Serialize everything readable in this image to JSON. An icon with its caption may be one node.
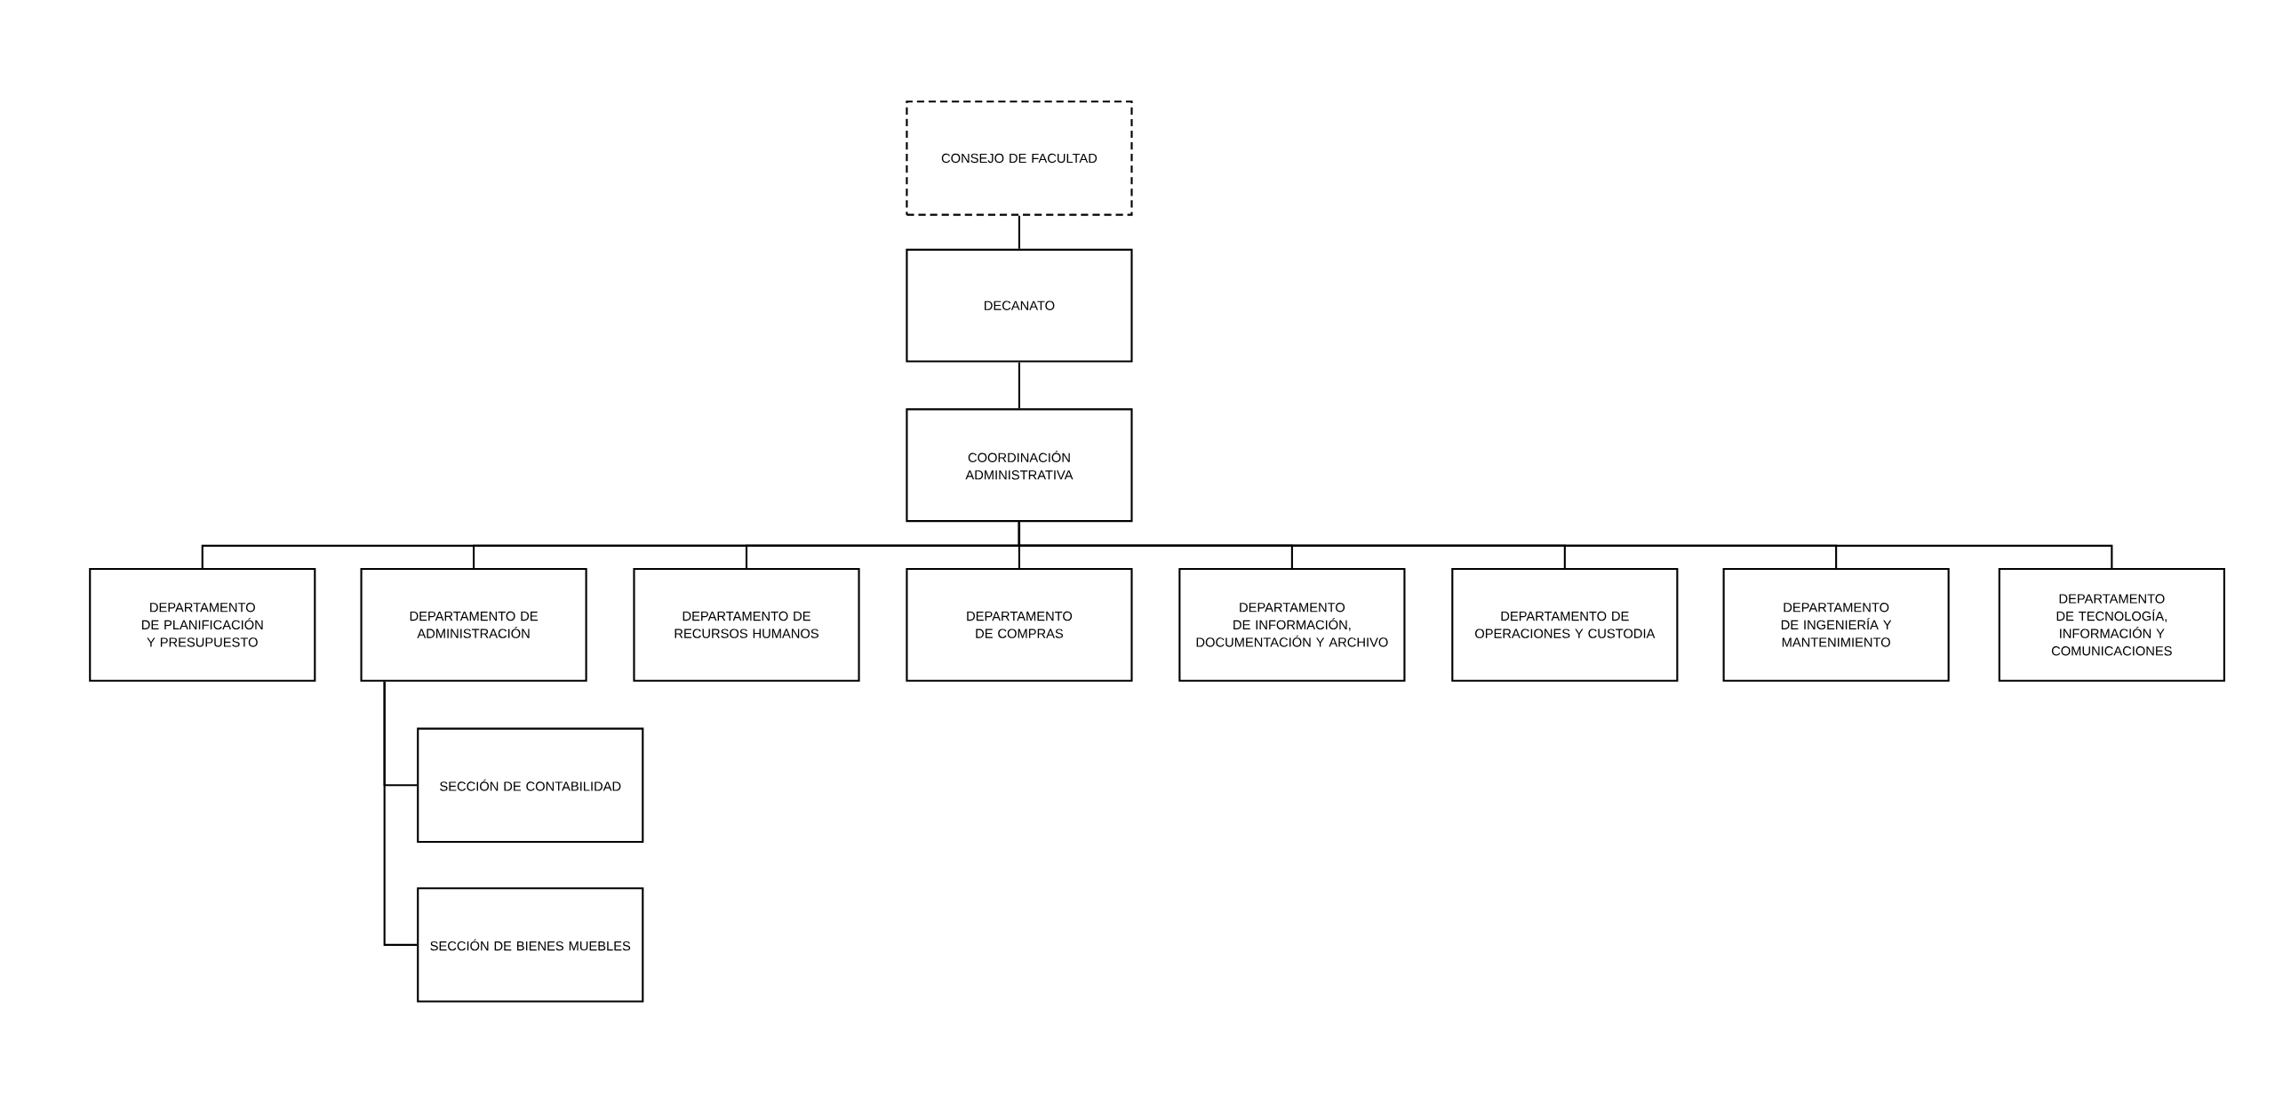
{
  "diagram": {
    "nodes": [
      {
        "text": [
          "CONSEJO DE FACULTAD"
        ]
      },
      {
        "text": [
          "DECANATO"
        ]
      },
      {
        "text": [
          "COORDINACIÓN ADMINISTRATIVA"
        ]
      },
      {
        "text": [
          "DEPARTAMENTO DE PLANIFICACIÓN Y PRESUPUESTO"
        ]
      },
      {
        "text": [
          "DEPARTAMENTO DE ADMINISTRACIÓN"
        ]
      },
      {
        "text": [
          "DEPARTAMENTO DE RECURSOS HUMANOS"
        ]
      },
      {
        "text": [
          "DEPARTAMENTO DE COMPRAS"
        ]
      },
      {
        "text": [
          "DEPARTAMENTO DE INFORMACIÓN, DOCUMENTACIÓN Y ARCHIVO"
        ]
      },
      {
        "text": [
          "DEPARTAMENTO DE OPERACIONES Y CUSTODIA"
        ]
      },
      {
        "text": [
          "DEPARTAMENTO DE INGENIERÍA Y MANTENIMIENTO"
        ]
      },
      {
        "text": [
          "DEPARTAMENTO DE TECNOLOGÍA, INFORMACIÓN Y COMUNICACIONES"
        ]
      },
      {
        "text": [
          "SECCIÓN DE CONTABILIDAD"
        ]
      },
      {
        "text": [
          "SECCIÓN DE BIENES MUEBLES"
        ]
      }
    ],
    "edges": [
      {
        "from": 0,
        "to": 1,
        "arrow": "none"
      },
      {
        "from": 1,
        "to": 2,
        "arrow": "none"
      },
      {
        "from": 2,
        "to": 3,
        "arrow": "none"
      },
      {
        "from": 2,
        "to": 4,
        "arrow": "none"
      },
      {
        "from": 2,
        "to": 5,
        "arrow": "none"
      },
      {
        "from": 2,
        "to": 6,
        "arrow": "none"
      },
      {
        "from": 2,
        "to": 7,
        "arrow": "none"
      },
      {
        "from": 2,
        "to": 8,
        "arrow": "none"
      },
      {
        "from": 2,
        "to": 9,
        "arrow": "none"
      },
      {
        "from": 2,
        "to": 10,
        "arrow": "none"
      },
      {
        "from": 4,
        "to": 11,
        "arrow": "none"
      },
      {
        "from": 4,
        "to": 12,
        "arrow": "none"
      }
    ]
  }
}
